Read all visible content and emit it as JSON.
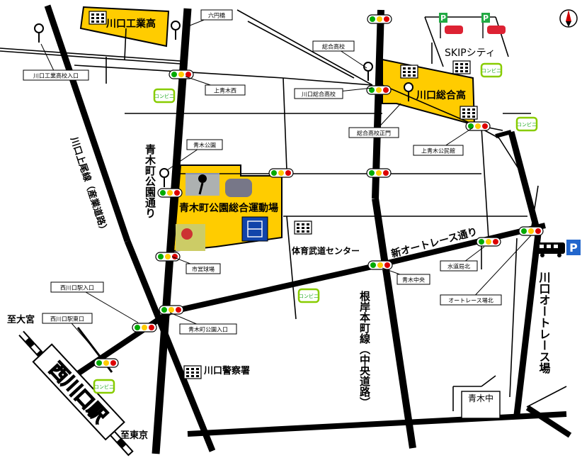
{
  "colors": {
    "major_road": "#000000",
    "minor_road": "#000000",
    "facility_fill": "#ffcc00",
    "light_green": "#00aa00",
    "light_yellow": "#ffcc00",
    "light_red": "#dd0000",
    "konbini_border": "#88cc00",
    "konbini_text": "#22aa22",
    "parking_blue": "#2266cc",
    "parking_green": "#22aa44",
    "compass_red": "#cc0000"
  },
  "facilities": {
    "kawaguchi_kogyo": "川口工業高",
    "kawaguchi_sogo": "川口総合高",
    "skip_city": "SKIPシティ",
    "aoki_park_sports": "青木町公園総合運動場",
    "budo_center": "体育武道センター",
    "police_station": "川口警察署",
    "aoki_jhs": "青木中",
    "station": "西川口駅"
  },
  "road_labels": {
    "aoki_park_dori": "青木町公園通り",
    "kawaguchi_kamiodori": "川口上尾線（産業道路）",
    "shin_autorace": "新オートレース通り",
    "negishi_honmachi": "根岸本町線（中央道路）",
    "autorace_jo": "川口オートレース場"
  },
  "intersection_labels": {
    "rokuenbashi": "六円橋",
    "kogyo_iriguchi": "川口工業高校入口",
    "kami_aoki_nishi": "上青木西",
    "sogo_koko": "総合高校",
    "kawaguchi_sogo_koko": "川口総合高校",
    "sogo_seimon": "総合高校正門",
    "kami_aoki_kominkan": "上青木公民館",
    "aoki_koen": "青木公園",
    "shiei_kyujo": "市営球場",
    "nishikawaguchi_eki_iriguchi": "西川口駅入口",
    "nishikawaguchi_higashiguchi": "西川口駅東口",
    "aoki_koen_iriguchi": "青木町公園入口",
    "aoki_chuo": "青木中央",
    "suidokyoku_kita": "水道局北",
    "autorace_kita": "オートレース場北"
  },
  "directions": {
    "to_omiya": "至大宮",
    "to_tokyo": "至東京"
  },
  "markers": {
    "konbini": "コンビニ",
    "parking": "P"
  }
}
